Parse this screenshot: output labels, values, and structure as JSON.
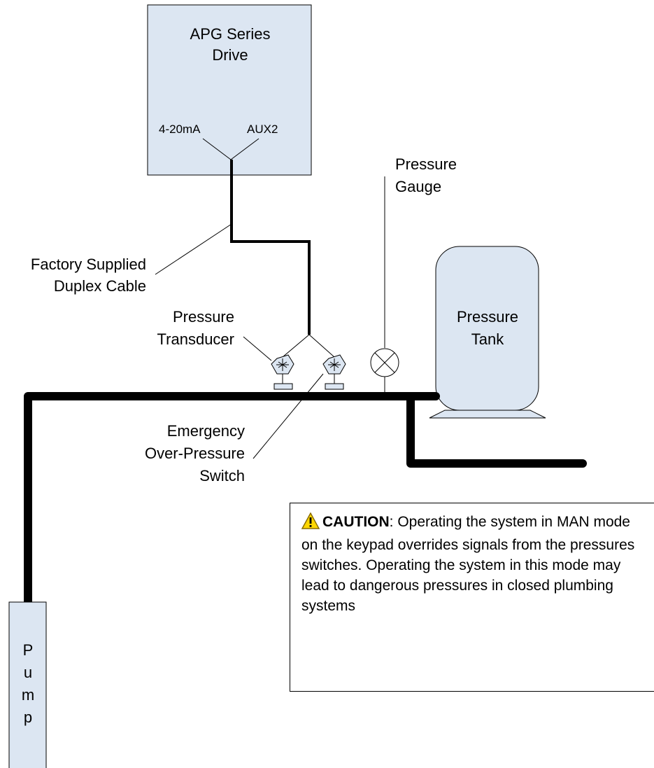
{
  "drive": {
    "line1": "APG Series",
    "line2": "Drive",
    "port_left": "4-20mA",
    "port_right": "AUX2"
  },
  "cable_label": {
    "line1": "Factory Supplied",
    "line2": "Duplex Cable"
  },
  "gauge_label": {
    "line1": "Pressure",
    "line2": "Gauge"
  },
  "transducer_label": {
    "line1": "Pressure",
    "line2": "Transducer"
  },
  "tank": {
    "line1": "Pressure",
    "line2": "Tank"
  },
  "switch_label": {
    "line1": "Emergency",
    "line2": "Over-Pressure",
    "line3": "Switch"
  },
  "pump": {
    "letters": [
      "P",
      "u",
      "m",
      "p"
    ]
  },
  "caution": {
    "heading": "CAUTION",
    "text": ": Operating the system in MAN mode on the keypad overrides signals from the pressures switches.  Operating the system in this mode may lead to dangerous pressures in closed plumbing systems",
    "icon": "warning-triangle-icon"
  },
  "colors": {
    "box_fill": "#DCE6F2",
    "warning_yellow": "#FFD700"
  }
}
